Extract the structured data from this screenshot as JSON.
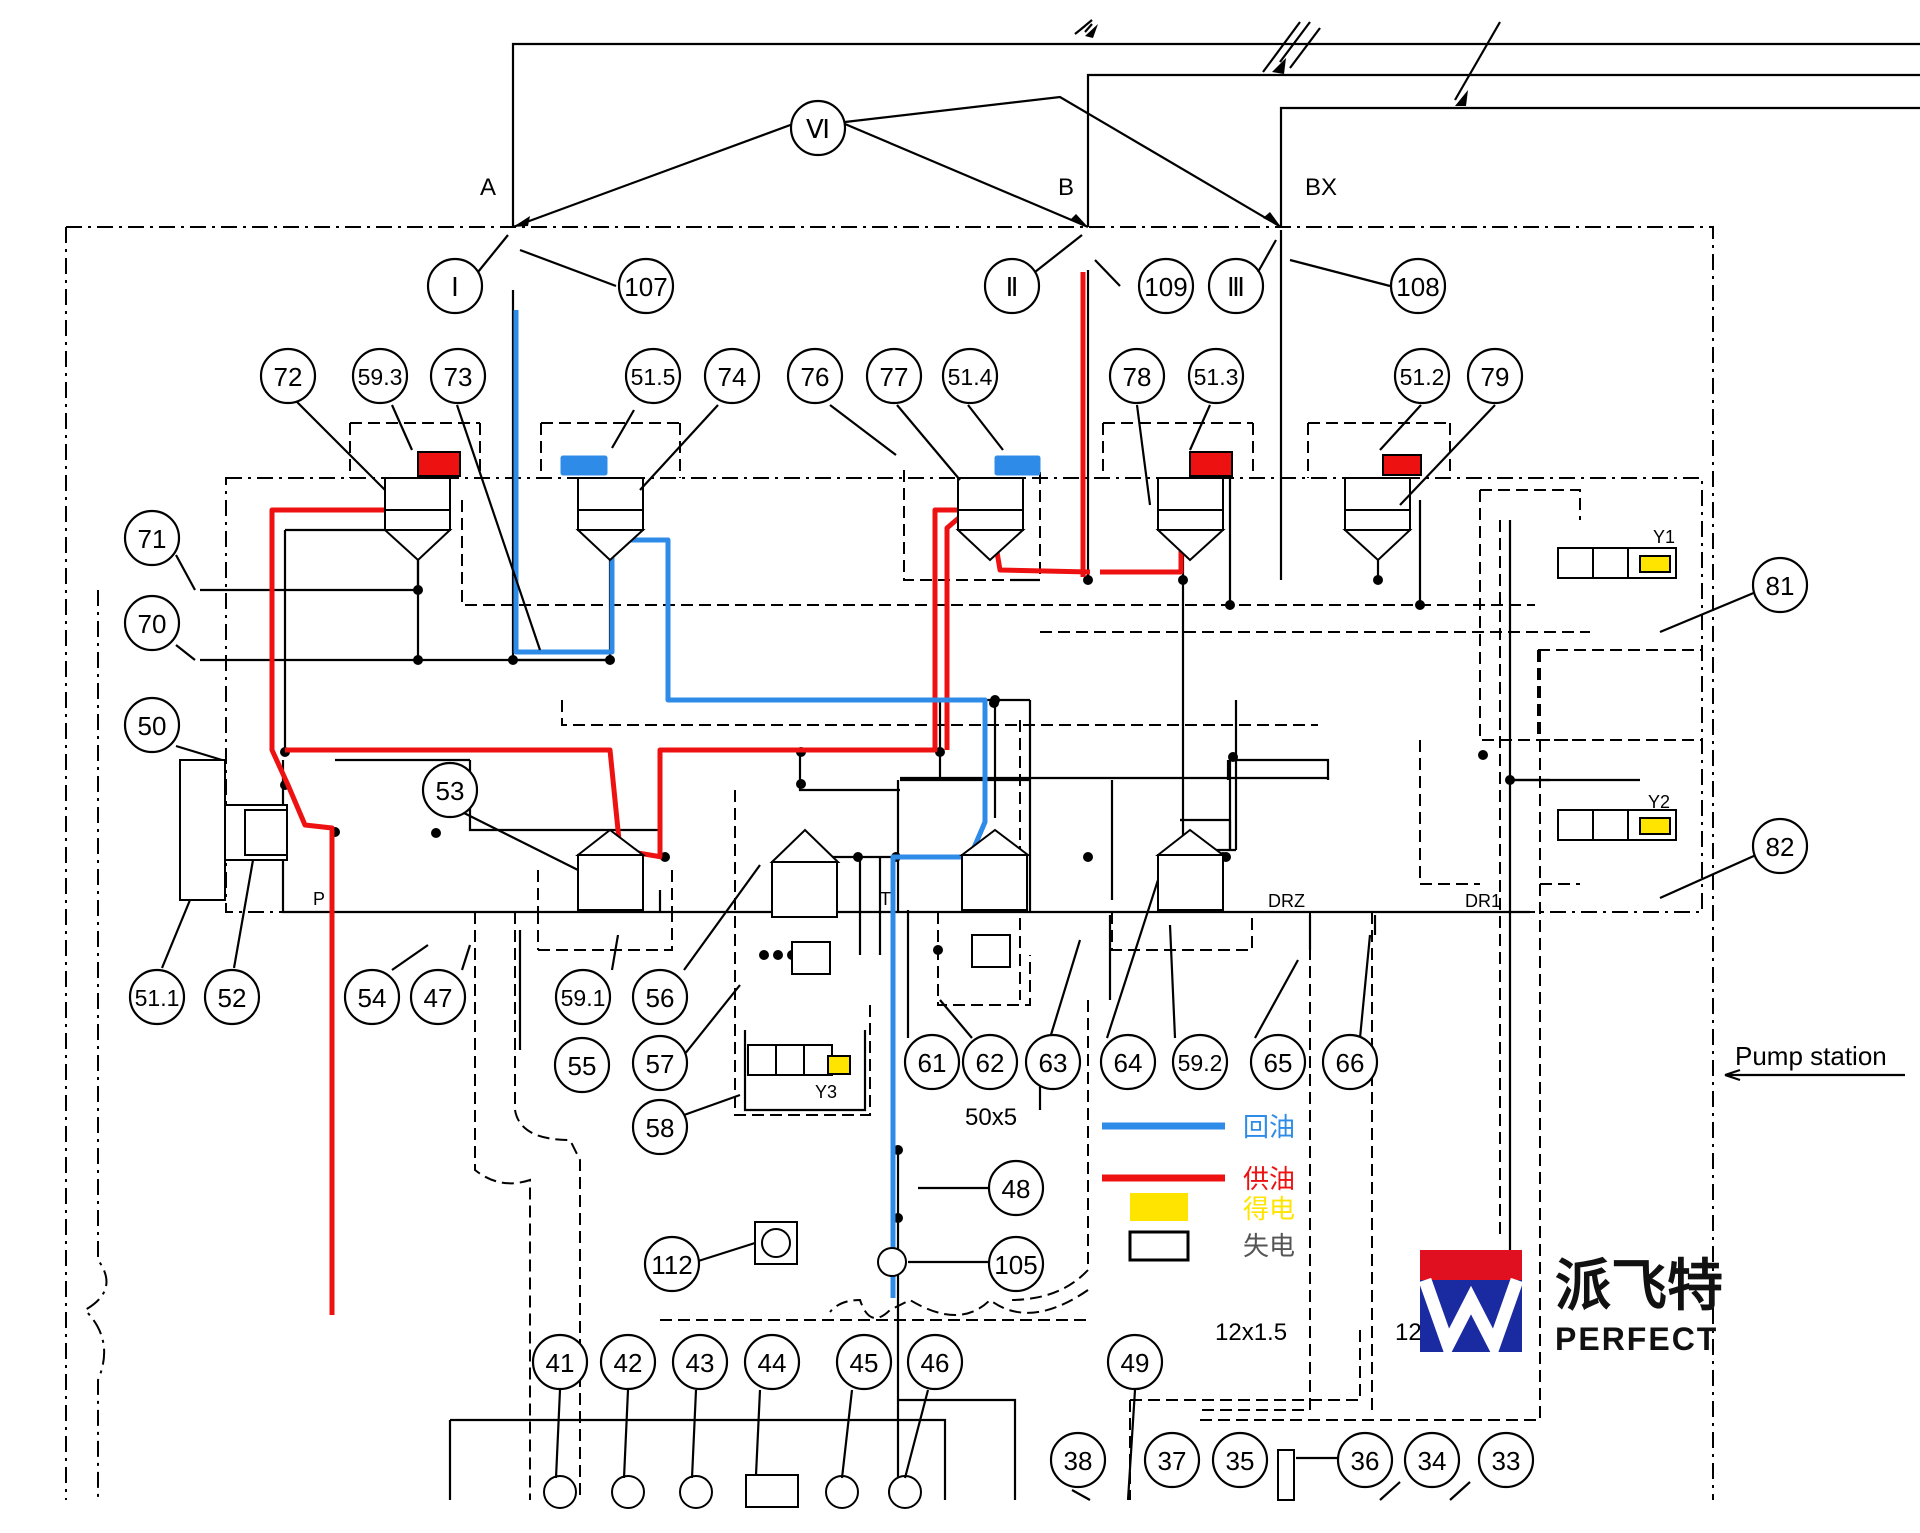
{
  "ports": {
    "a": "A",
    "b": "B",
    "bx": "BX",
    "p": "P",
    "t": "T",
    "drz": "DRZ",
    "dr1": "DR1"
  },
  "roman": {
    "vi": "Ⅵ",
    "i": "Ⅰ",
    "ii": "Ⅱ",
    "iii": "Ⅲ"
  },
  "bubbles": {
    "b107": "107",
    "b109": "109",
    "b108": "108",
    "b72": "72",
    "b593": "59.3",
    "b73": "73",
    "b515": "51.5",
    "b74": "74",
    "b76": "76",
    "b77": "77",
    "b514": "51.4",
    "b78": "78",
    "b513": "51.3",
    "b512": "51.2",
    "b79": "79",
    "b71": "71",
    "b70": "70",
    "b50": "50",
    "b81": "81",
    "b82": "82",
    "b53": "53",
    "b511": "51.1",
    "b52": "52",
    "b54": "54",
    "b47": "47",
    "b591": "59.1",
    "b56": "56",
    "b55": "55",
    "b57": "57",
    "b58": "58",
    "b61": "61",
    "b62": "62",
    "b63": "63",
    "b64": "64",
    "b592": "59.2",
    "b65": "65",
    "b66": "66",
    "b48": "48",
    "b105": "105",
    "b112": "112",
    "b41": "41",
    "b42": "42",
    "b43": "43",
    "b44": "44",
    "b45": "45",
    "b46": "46",
    "b49": "49",
    "b38": "38",
    "b37": "37",
    "b35": "35",
    "b36": "36",
    "b34": "34",
    "b33": "33"
  },
  "solenoids": {
    "y1": "Y1",
    "y2": "Y2",
    "y3": "Y3"
  },
  "pipe_labels": {
    "main_return": "50x5",
    "drain1": "12x1.5",
    "drain2": "12x1.5"
  },
  "pump_station": "Pump station",
  "legend": {
    "return_oil": "回油",
    "supply_oil": "供油",
    "energized": "得电",
    "de_energized": "失电",
    "colors": {
      "return": "#2f8be8",
      "supply": "#ee1111",
      "energized": "#ffe400",
      "de_energized": "#ffffff"
    }
  },
  "logo": {
    "chinese": "派飞特",
    "english": "PERFECT",
    "red": "#e01020",
    "blue": "#1a2aa0"
  }
}
